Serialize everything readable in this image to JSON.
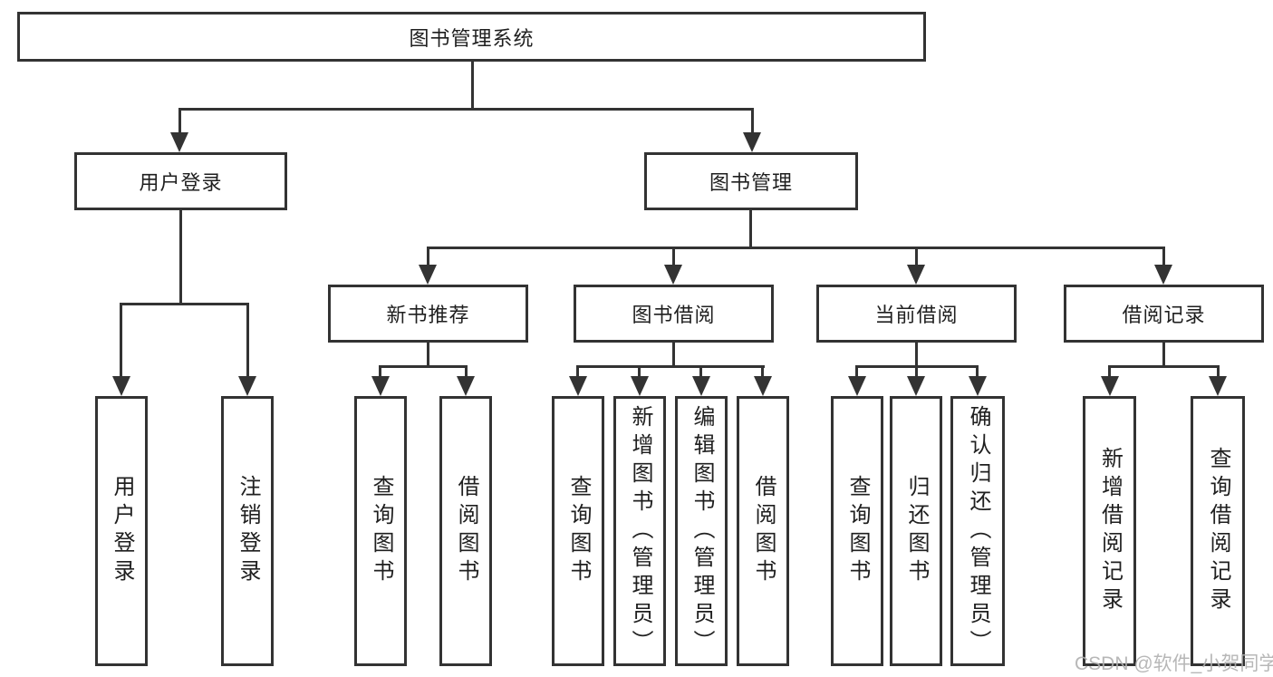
{
  "diagram": {
    "root": {
      "label": "图书管理系统"
    },
    "branches": [
      {
        "label": "用户登录",
        "leaves": [
          {
            "label": "用户登录"
          },
          {
            "label": "注销登录"
          }
        ]
      },
      {
        "label": "图书管理",
        "groups": [
          {
            "label": "新书推荐",
            "leaves": [
              {
                "label": "查询图书"
              },
              {
                "label": "借阅图书"
              }
            ]
          },
          {
            "label": "图书借阅",
            "leaves": [
              {
                "label": "查询图书"
              },
              {
                "label": "新增图书（管理员）"
              },
              {
                "label": "编辑图书（管理员）"
              },
              {
                "label": "借阅图书"
              }
            ]
          },
          {
            "label": "当前借阅",
            "leaves": [
              {
                "label": "查询图书"
              },
              {
                "label": "归还图书"
              },
              {
                "label": "确认归还（管理员）"
              }
            ]
          },
          {
            "label": "借阅记录",
            "leaves": [
              {
                "label": "新增借阅记录"
              },
              {
                "label": "查询借阅记录"
              }
            ]
          }
        ]
      }
    ]
  },
  "watermark": {
    "text": "CSDN @软件_小贺同学"
  },
  "colors": {
    "line": "#333333",
    "text": "#1f1f1f",
    "watermark": "#b0b0b0",
    "background": "#ffffff"
  }
}
